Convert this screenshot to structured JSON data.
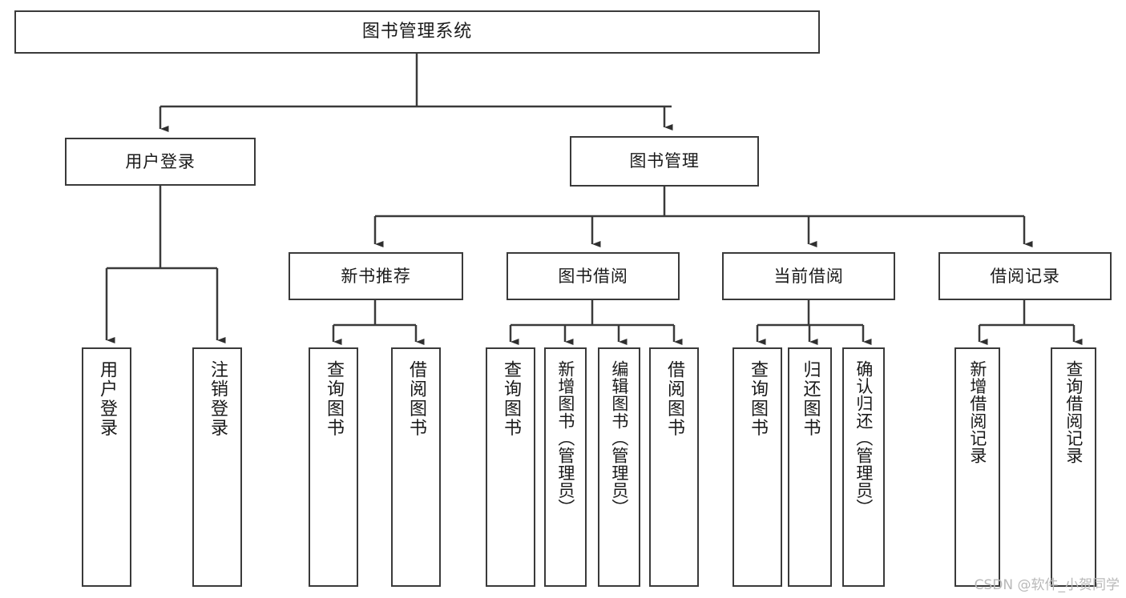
{
  "diagram": {
    "type": "tree",
    "title": "图书管理系统",
    "watermark": "CSDN @软件_小贺同学",
    "line_color": "#3a3a3a",
    "box_fill": "#ffffff",
    "text_color": "#1a1a1a"
  },
  "nodes": {
    "root": {
      "label": "图书管理系统"
    },
    "level1": [
      {
        "label": "用户登录"
      },
      {
        "label": "图书管理"
      }
    ],
    "level2": [
      {
        "label": "新书推荐"
      },
      {
        "label": "图书借阅"
      },
      {
        "label": "当前借阅"
      },
      {
        "label": "借阅记录"
      }
    ],
    "leaves": {
      "user_login": [
        {
          "label": "用户登录"
        },
        {
          "label": "注销登录"
        }
      ],
      "new_book": [
        {
          "label": "查询图书"
        },
        {
          "label": "借阅图书"
        }
      ],
      "book_borrow": [
        {
          "label": "查询图书"
        },
        {
          "label": "新增图书（管理员）"
        },
        {
          "label": "编辑图书（管理员）"
        },
        {
          "label": "借阅图书"
        }
      ],
      "current_borrow": [
        {
          "label": "查询图书"
        },
        {
          "label": "归还图书"
        },
        {
          "label": "确认归还（管理员）"
        }
      ],
      "borrow_record": [
        {
          "label": "新增借阅记录"
        },
        {
          "label": "查询借阅记录"
        }
      ]
    }
  }
}
